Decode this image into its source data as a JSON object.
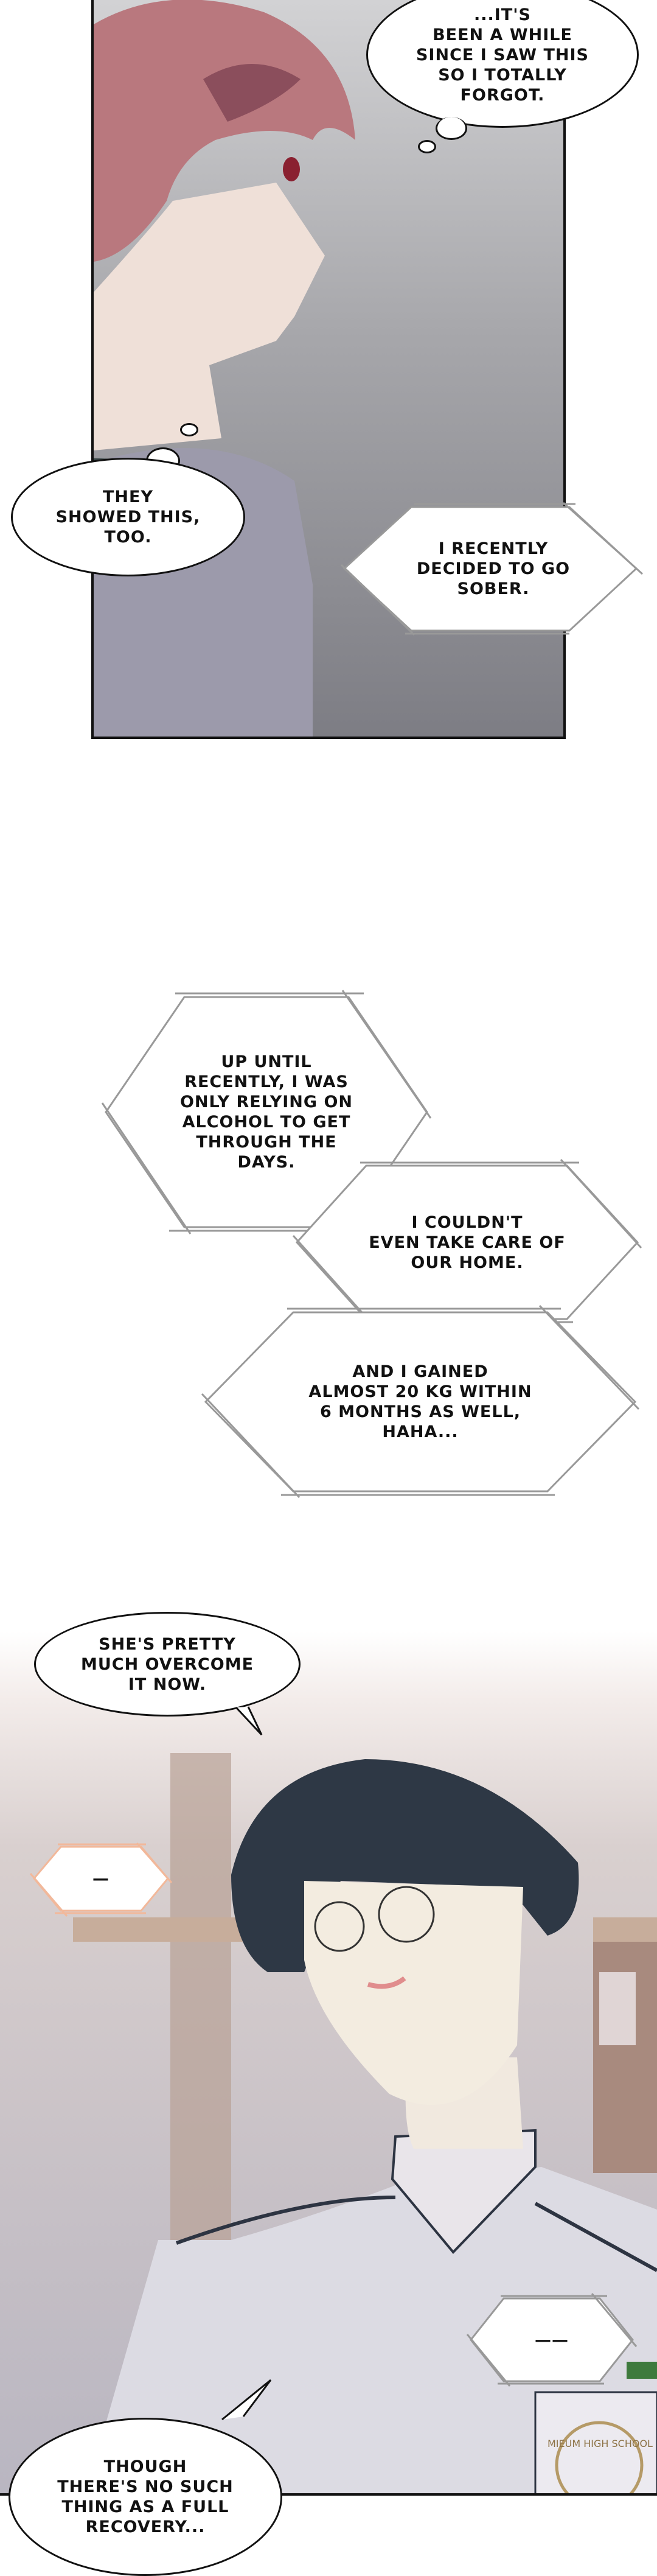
{
  "panel1": {
    "thought_bubble": "...IT'S\nBEEN A WHILE\nSINCE I SAW THIS\nSO I TOTALLY\nFORGOT.",
    "speech_bubble": "THEY\nSHOWED THIS,\nTOO.",
    "narration": "I RECENTLY\nDECIDED TO GO\nSOBER."
  },
  "narration_block": {
    "box1": "UP UNTIL\nRECENTLY, I WAS\nONLY RELYING ON\nALCOHOL TO GET\nTHROUGH THE\nDAYS.",
    "box2": "I COULDN'T\nEVEN TAKE CARE OF\nOUR HOME.",
    "box3": "AND I GAINED\nALMOST  20 KG WITHIN\n6 MONTHS AS WELL,\nHAHA..."
  },
  "panel2": {
    "speech_bubble_top": "SHE'S PRETTY\nMUCH OVERCOME\nIT NOW.",
    "hex_left": "—",
    "hex_right": "——",
    "badge_text": "MIEUM HIGH SCHOOL",
    "speech_bubble_bottom": "THOUGH\nTHERE'S NO SUCH\nTHING AS A FULL\nRECOVERY..."
  },
  "colors": {
    "panel_border": "#111111",
    "hex_line_gray": "#9a9a9a",
    "hex_line_peach": "#f2b89a"
  }
}
